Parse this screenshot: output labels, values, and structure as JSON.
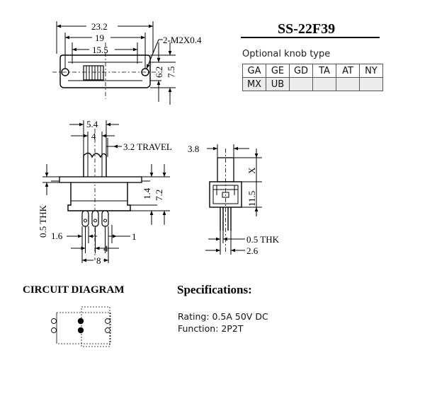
{
  "model": "SS-22F39",
  "knob": {
    "label": "Optional knob type",
    "row1": [
      "GA",
      "GE",
      "GD",
      "TA",
      "AT",
      "NY"
    ],
    "row2": [
      "MX",
      "UB",
      "",
      "",
      "",
      ""
    ]
  },
  "top_view": {
    "overall": "23.2",
    "hole_pitch": "19",
    "body": "15.5",
    "hole_spec": "2-M2X0.4",
    "h1": "6.2",
    "h2": "7.5"
  },
  "front_view": {
    "d54": "5.4",
    "d4": "4",
    "travel": "3.2 TRAVEL",
    "d14": "1.4",
    "d72": "7.2",
    "thk": "0.5 THK",
    "d16": "1.6",
    "pitch": "4",
    "d1": "1",
    "d8": "8"
  },
  "side_view": {
    "d38": "3.8",
    "x": "X",
    "d115": "11.5",
    "thk": "0.5 THK",
    "d26": "2.6"
  },
  "circuit": {
    "title": "CIRCUIT DIAGRAM"
  },
  "specs": {
    "title": "Specifications:",
    "rating": "Rating: 0.5A 50V DC",
    "function": "Function: 2P2T"
  }
}
